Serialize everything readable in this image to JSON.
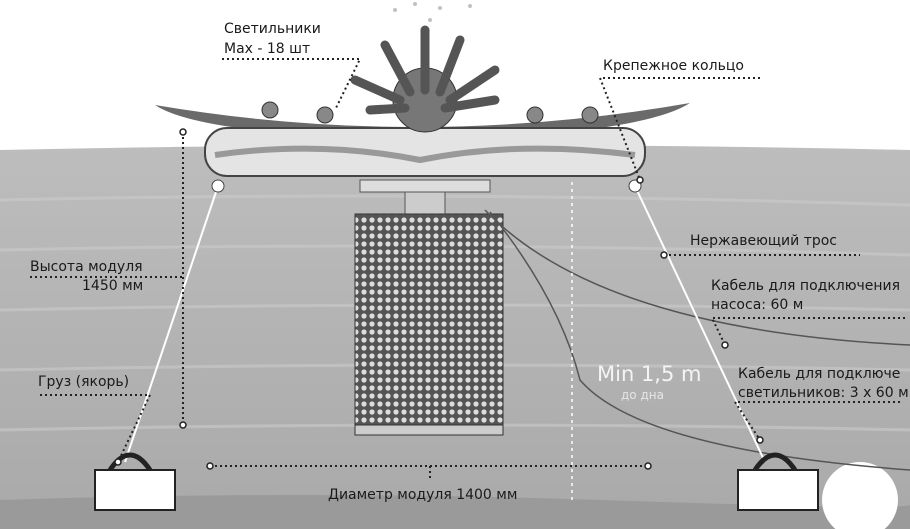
{
  "labels": {
    "lights": "Светильники",
    "lights_max": "Max - 18 шт",
    "mount_ring": "Крепежное кольцо",
    "steel_cable": "Нержавеющий трос",
    "pump_cable_1": "Кабель для подключения",
    "pump_cable_2": "насоса: 60 м",
    "module_height_1": "Высота модуля",
    "module_height_2": "1450 мм",
    "anchor": "Груз (якорь)",
    "min_depth": "Min 1,5 m",
    "min_depth_sub": "до дна",
    "lights_cable_1": "Кабель для подключе",
    "lights_cable_2": "светильников: 3 x 60 м",
    "diameter": "Диаметр модуля 1400 мм"
  }
}
